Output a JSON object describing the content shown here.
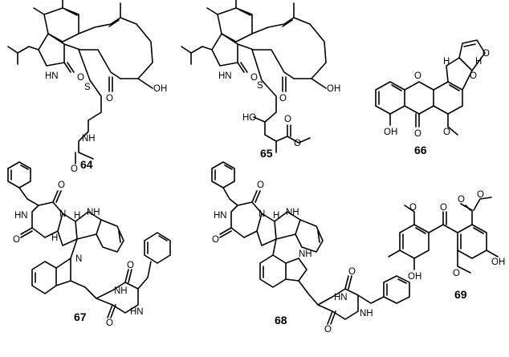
{
  "compounds": [
    {
      "number": "64",
      "atoms": [
        "HN",
        "O",
        "S",
        "OH",
        "O",
        "NH",
        "O"
      ]
    },
    {
      "number": "65",
      "atoms": [
        "HN",
        "O",
        "S",
        "OH",
        "O",
        "HO",
        "O",
        "O"
      ]
    },
    {
      "number": "66",
      "atoms": [
        "O",
        "O",
        "O",
        "H",
        "H",
        "OH",
        "O",
        "O"
      ]
    },
    {
      "number": "67",
      "atoms": [
        "HN",
        "O",
        "O",
        "N",
        "H",
        "NH",
        "N",
        "NH",
        "HN",
        "O",
        "O",
        "H"
      ]
    },
    {
      "number": "68",
      "atoms": [
        "HN",
        "O",
        "O",
        "N",
        "H",
        "NH",
        "NH",
        "HN",
        "O",
        "O",
        "NH"
      ]
    },
    {
      "number": "69",
      "atoms": [
        "O",
        "O",
        "O",
        "O",
        "OH",
        "OH",
        "O"
      ]
    }
  ]
}
